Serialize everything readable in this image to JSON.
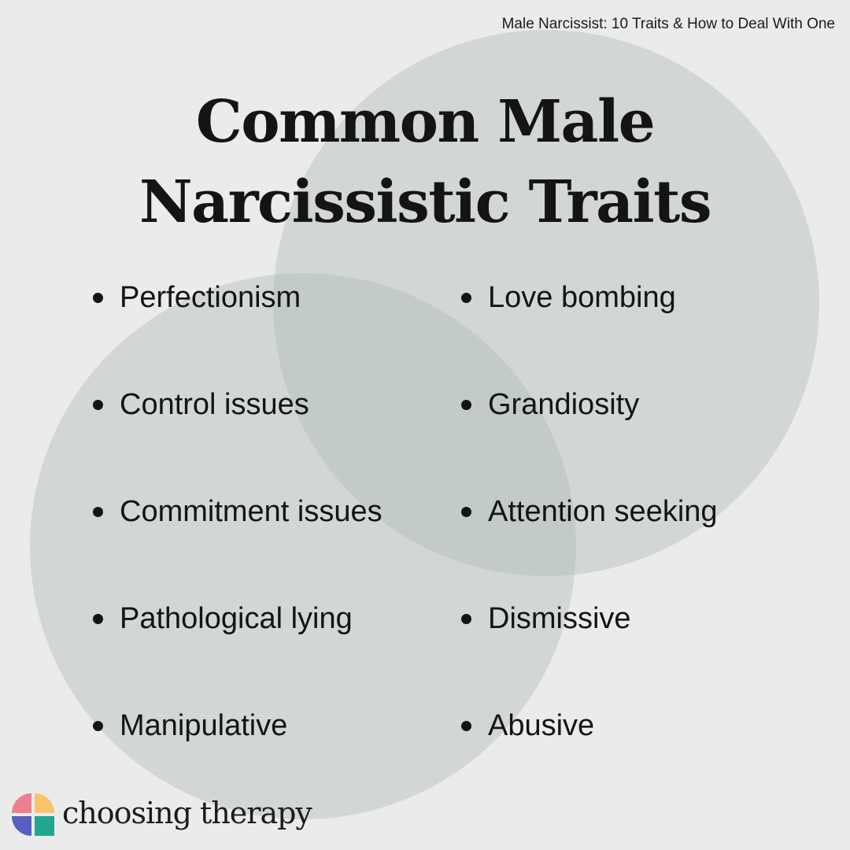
{
  "source_title": "Male Narcissist: 10 Traits & How to Deal With One",
  "heading": {
    "line1": "Common Male",
    "line2": "Narcissistic Traits"
  },
  "traits": {
    "left": [
      "Perfectionism",
      "Control issues",
      "Commitment issues",
      "Pathological lying",
      "Manipulative"
    ],
    "right": [
      "Love bombing",
      "Grandiosity",
      "Attention seeking",
      "Dismissive",
      "Abusive"
    ]
  },
  "brand": {
    "name": "choosing therapy",
    "icon": "choosing-therapy-logo-icon",
    "colors": {
      "pink": "#ee7f90",
      "yellow": "#f7c66c",
      "blue": "#5660c0",
      "teal": "#23a68f"
    }
  },
  "colors": {
    "background": "#ebebeb",
    "circle": "#aab9b4",
    "text": "#141414"
  }
}
